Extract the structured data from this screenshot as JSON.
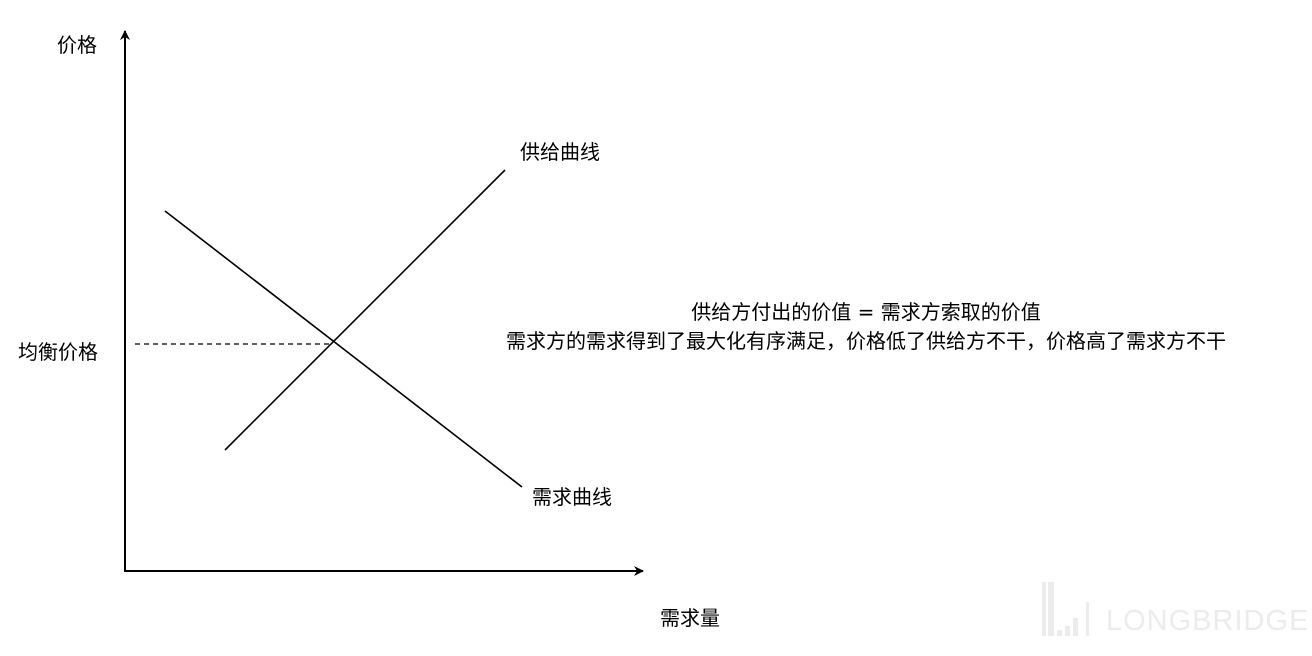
{
  "axes": {
    "y_label": "价格",
    "x_label": "需求量",
    "equilibrium_label": "均衡价格"
  },
  "curves": {
    "supply_label": "供给曲线",
    "demand_label": "需求曲线"
  },
  "notes": {
    "line1": "供给方付出的价值 = 需求方索取的价值",
    "line2": "需求方的需求得到了最大化有序满足，价格低了供给方不干，价格高了需求方不干"
  },
  "watermark": {
    "text": "LONGBRIDGE"
  }
}
